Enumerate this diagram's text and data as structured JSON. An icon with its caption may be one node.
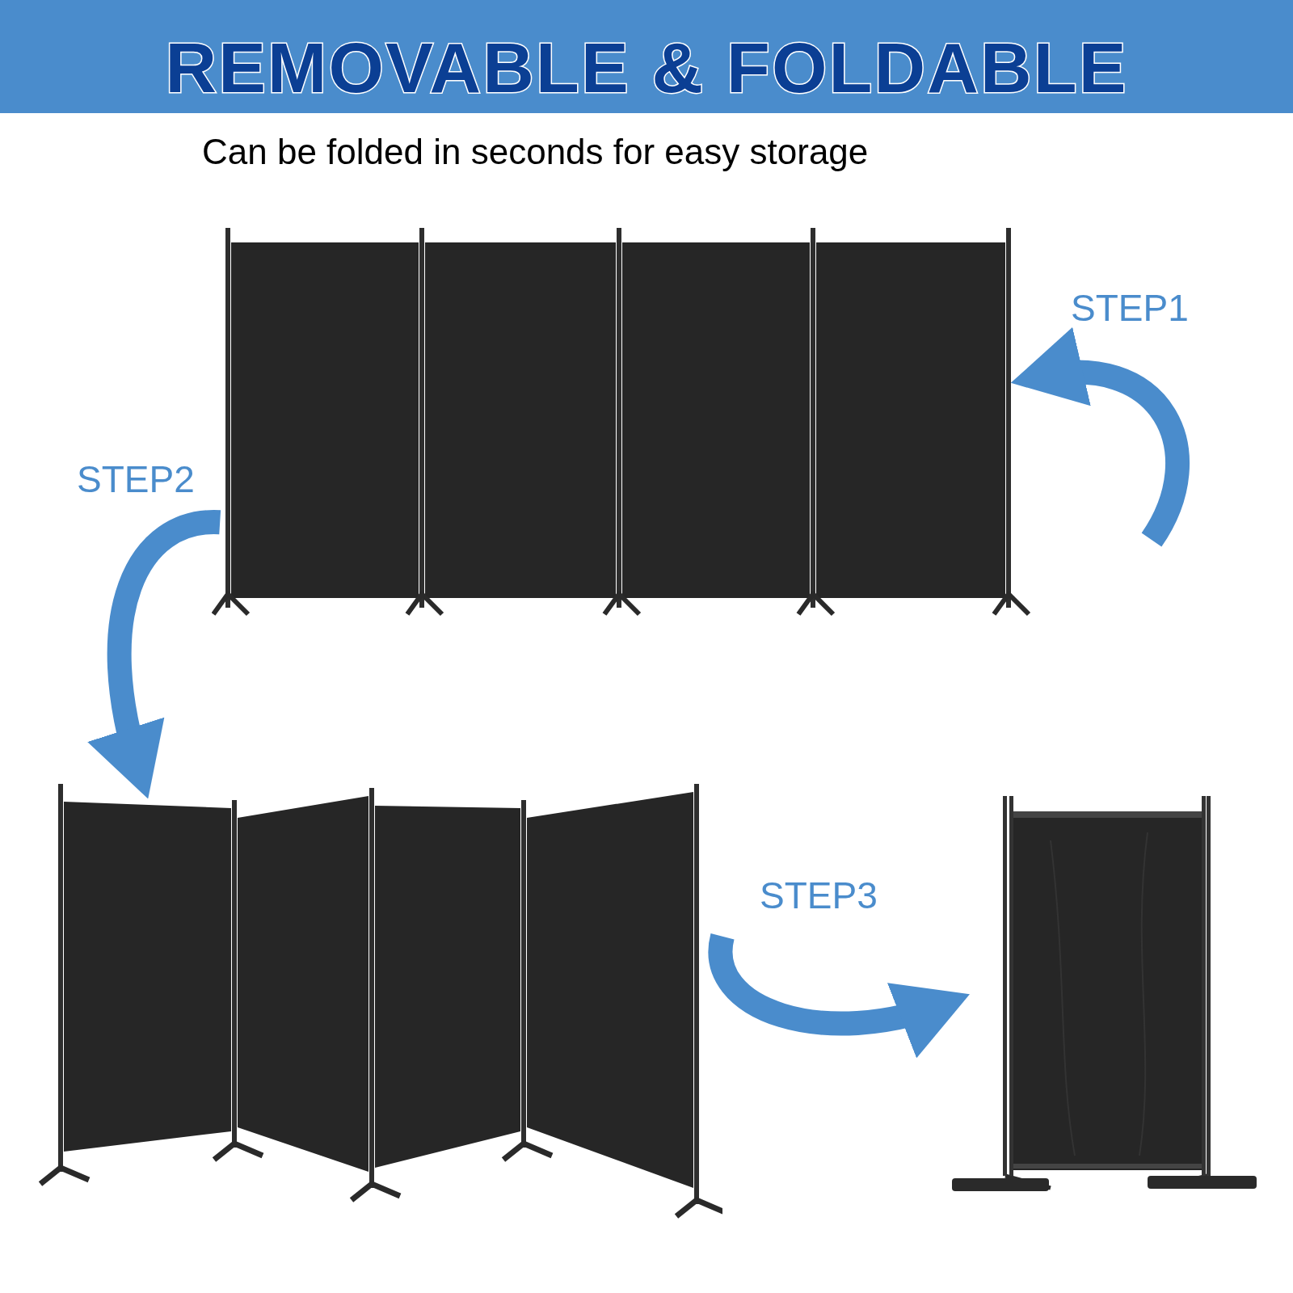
{
  "diagram": {
    "title": "REMOVABLE & FOLDABLE",
    "nodes": [
      {
        "text": [],
        "shape": "picture"
      },
      {
        "text": [],
        "shape": "picture"
      },
      {
        "text": [],
        "shape": "picture"
      }
    ],
    "edges": [
      {
        "from": null,
        "to": 0,
        "arrow": "to",
        "label": "STEP1"
      },
      {
        "from": 0,
        "to": 1,
        "arrow": "to",
        "label": "STEP2"
      },
      {
        "from": 1,
        "to": 2,
        "arrow": "to",
        "label": "STEP3"
      }
    ],
    "labels": [
      "Can be folded in seconds for easy storage"
    ]
  }
}
